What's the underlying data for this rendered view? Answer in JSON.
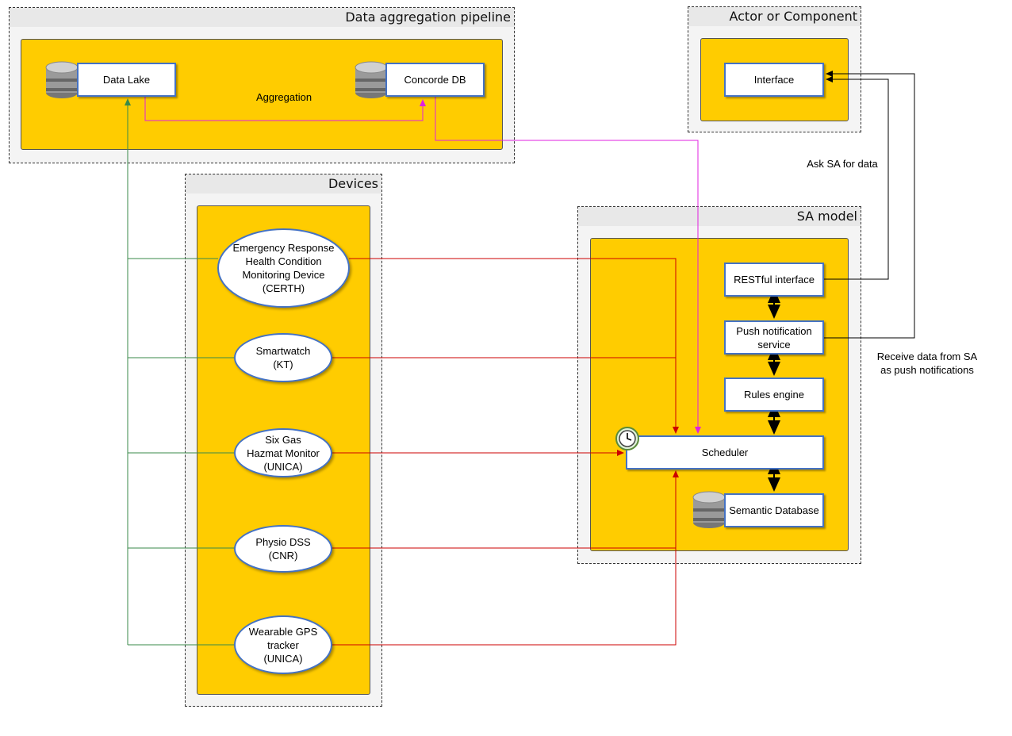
{
  "groups": {
    "pipeline": "Data aggregation pipeline",
    "actor": "Actor or Component",
    "devices": "Devices",
    "sa_model": "SA model"
  },
  "pipeline": {
    "data_lake": "Data Lake",
    "concorde_db": "Concorde DB",
    "aggregation": "Aggregation"
  },
  "actor": {
    "interface": "Interface"
  },
  "devices": [
    {
      "label": "Emergency Response\nHealth Condition\nMonitoring Device\n(CERTH)"
    },
    {
      "label": "Smartwatch\n(KT)"
    },
    {
      "label": "Six Gas\nHazmat Monitor\n(UNICA)"
    },
    {
      "label": "Physio DSS\n(CNR)"
    },
    {
      "label": "Wearable GPS\ntracker\n(UNICA)"
    }
  ],
  "sa": {
    "restful": "RESTful interface",
    "push": "Push notification service",
    "rules": "Rules engine",
    "scheduler": "Scheduler",
    "semantic_db": "Semantic Database"
  },
  "annotations": {
    "ask": "Ask SA for data",
    "receive": "Receive data from SA\nas push notifications"
  },
  "colors": {
    "panel": "#ffcc00",
    "box_border": "#4472c4",
    "green": "#3a8a4a",
    "red": "#cc0000",
    "magenta": "#e020e0",
    "black": "#000000"
  }
}
